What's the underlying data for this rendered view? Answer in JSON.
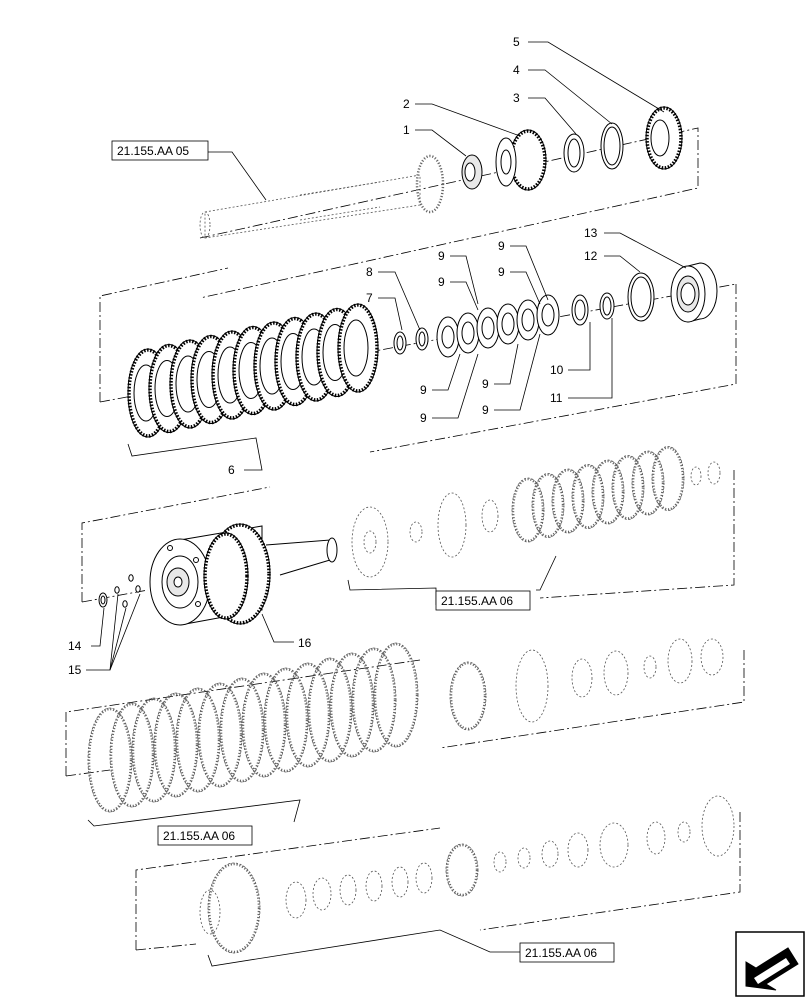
{
  "callouts": {
    "n1": "1",
    "n2": "2",
    "n3": "3",
    "n4": "4",
    "n5": "5",
    "n6": "6",
    "n7": "7",
    "n8": "8",
    "n9": "9",
    "n10": "10",
    "n11": "11",
    "n12": "12",
    "n13": "13",
    "n14": "14",
    "n15": "15",
    "n16": "16"
  },
  "references": {
    "ref_top": "21.155.AA 05",
    "ref_a": "21.155.AA 06",
    "ref_b": "21.155.AA 06",
    "ref_c": "21.155.AA 06"
  },
  "nav_icon": "arrow-navigation-icon"
}
